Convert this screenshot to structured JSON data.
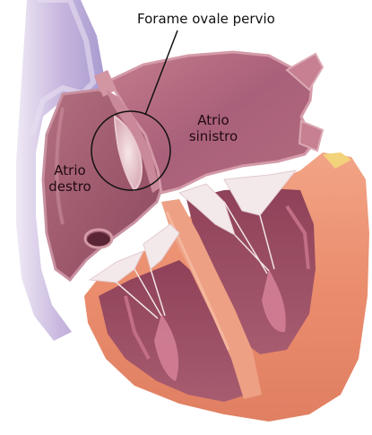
{
  "labels": {
    "forame": "Forame ovale pervio",
    "atrio_sinistro_1": "Atrio",
    "atrio_sinistro_2": "sinistro",
    "atrio_destro_1": "Atrio",
    "atrio_destro_2": "destro"
  },
  "colors": {
    "vein_lavender": "#c9b8de",
    "vein_edge": "#a99bd0",
    "atrium_wall": "#b8707f",
    "atrium_inner": "#a25a6c",
    "atrium_light": "#d79aa6",
    "myocardium": "#e89072",
    "myocardium_light": "#f3ad8e",
    "ventricle_cavity": "#9a4d63",
    "valve_white": "#f4e9ea",
    "septum": "#c87d8c",
    "outline": "#111111"
  }
}
